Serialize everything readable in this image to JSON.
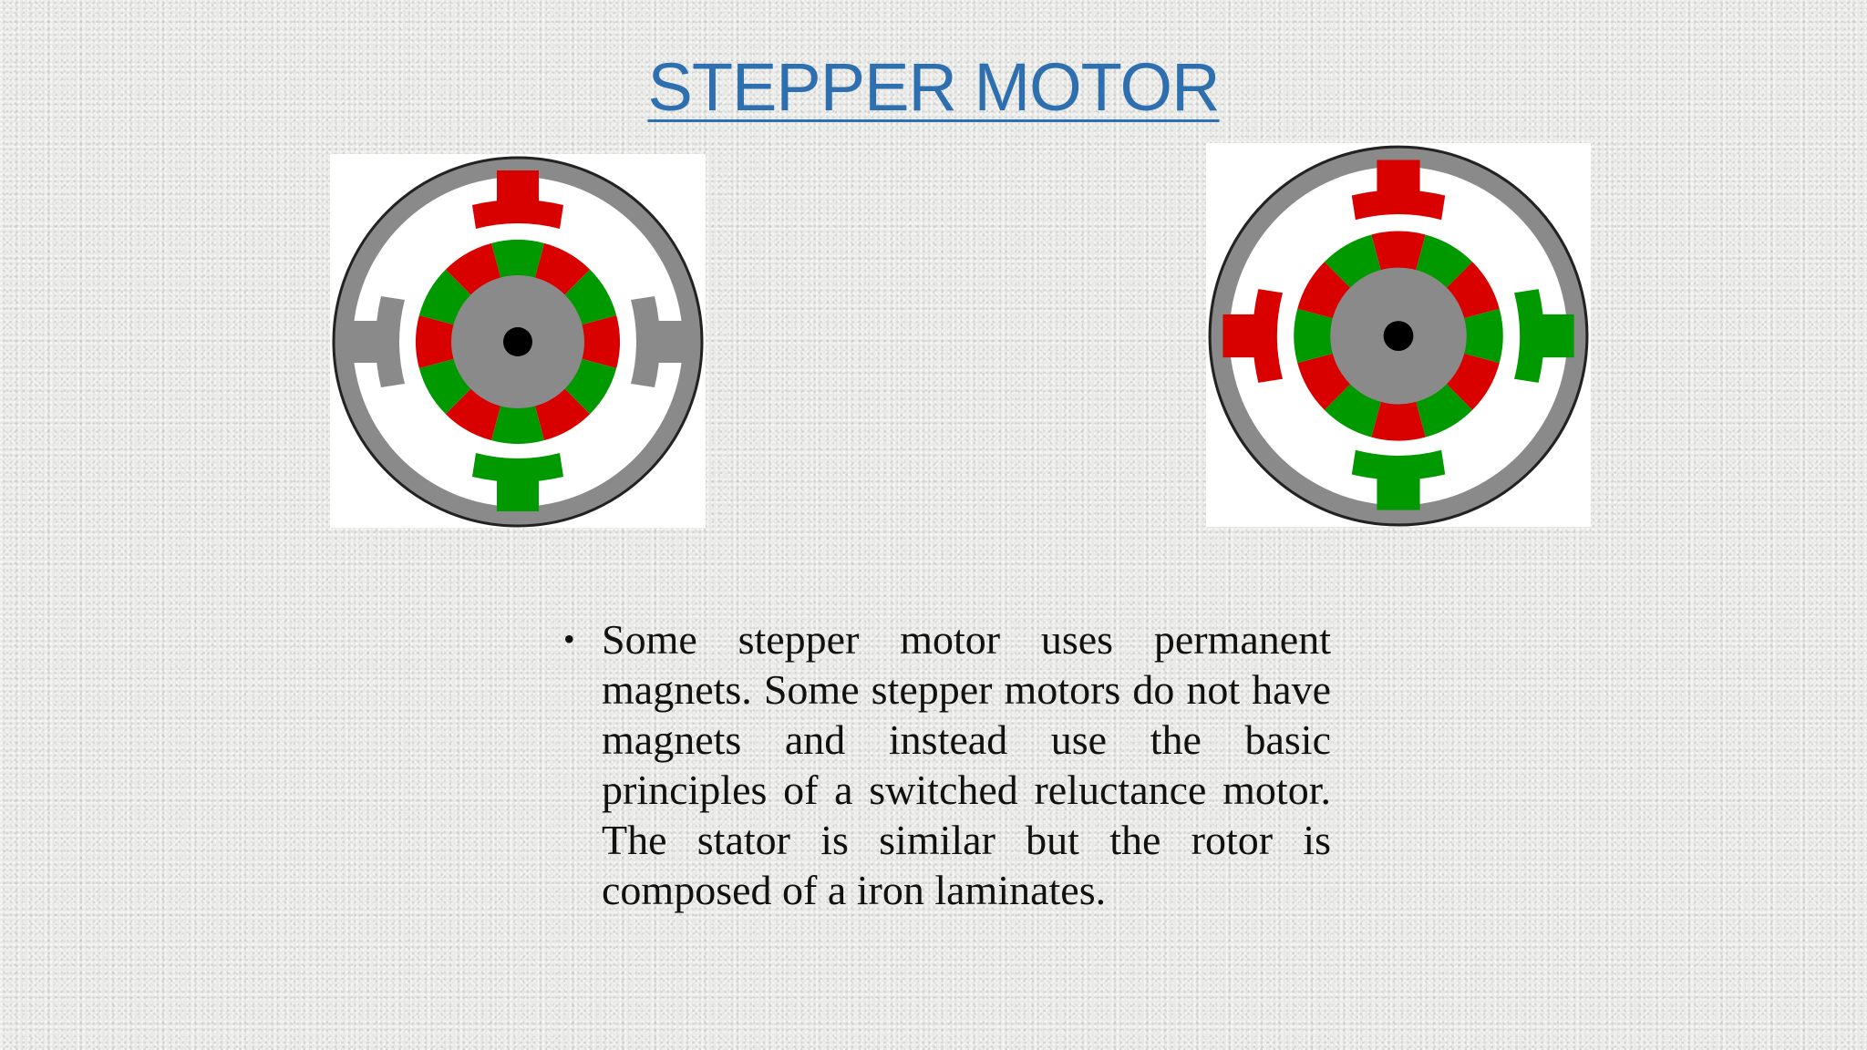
{
  "slide": {
    "title": "STEPPER MOTOR",
    "bullet_marker": "•",
    "bullet_text": "Some stepper motor uses permanent magnets. Some stepper motors do not have magnets and instead use the basic principles of a switched reluctance motor. The stator is similar but the rotor is composed of a iron laminates."
  },
  "colors": {
    "title": "#2e6fb0",
    "red": "#d90000",
    "green": "#009a00",
    "gray": "#8a8a8a",
    "white": "#ffffff",
    "black": "#000000"
  },
  "diagrams": [
    {
      "id": "motor-left",
      "rotor_colors": [
        "green",
        "red",
        "green",
        "red",
        "green",
        "red",
        "green",
        "red",
        "green",
        "red",
        "green",
        "red"
      ],
      "stator_poles": {
        "top": "red",
        "right": "gray",
        "bottom": "green",
        "left": "gray"
      }
    },
    {
      "id": "motor-right",
      "rotor_colors": [
        "red",
        "green",
        "red",
        "green",
        "red",
        "green",
        "red",
        "green",
        "red",
        "green",
        "red",
        "green"
      ],
      "stator_poles": {
        "top": "red",
        "right": "green",
        "bottom": "green",
        "left": "red"
      }
    }
  ]
}
